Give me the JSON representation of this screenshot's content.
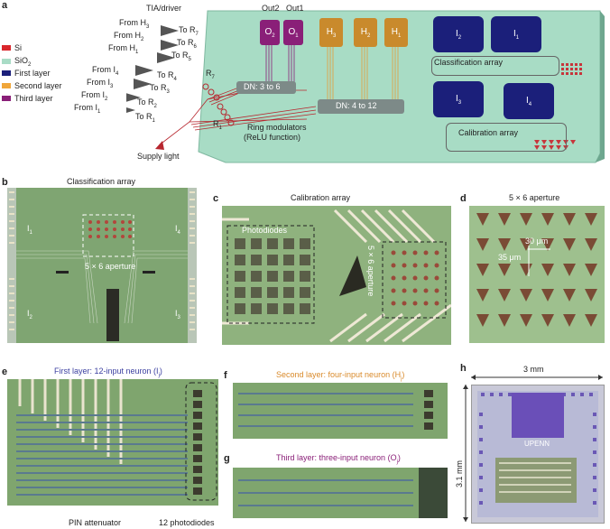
{
  "panels": {
    "a": "a",
    "b": "b",
    "c": "c",
    "d": "d",
    "e": "e",
    "f": "f",
    "g": "g",
    "h": "h"
  },
  "legend": [
    {
      "label": "Si",
      "color": "#d9262c"
    },
    {
      "label": "SiO",
      "sub": "2",
      "color": "#a9dcc6"
    },
    {
      "label": "First layer",
      "color": "#1b1f7a"
    },
    {
      "label": "Second layer",
      "color": "#f0a63a"
    },
    {
      "label": "Third layer",
      "color": "#8a1f78"
    }
  ],
  "schematic": {
    "tia_driver": "TIA/driver",
    "out2": "Out2",
    "out1": "Out1",
    "o2": "O",
    "o2sub": "2",
    "o1": "O",
    "o1sub": "1",
    "h3": "H",
    "h3sub": "3",
    "h2": "H",
    "h2sub": "2",
    "h1": "H",
    "h1sub": "1",
    "i2": "I",
    "i2sub": "2",
    "i1": "I",
    "i1sub": "1",
    "i3": "I",
    "i3sub": "3",
    "i4": "I",
    "i4sub": "4",
    "classification_array": "Classification array",
    "calibration_array": "Calibration array",
    "dn_3_6": "DN: 3 to 6",
    "dn_4_12": "DN: 4 to 12",
    "ring_modulators": "Ring modulators",
    "relu": "(ReLU function)",
    "supply_light": "Supply light",
    "r7": "R",
    "r7sub": "7",
    "r1": "R",
    "r1sub": "1",
    "from_to": [
      {
        "from": "H",
        "fsub": "3",
        "to": "R",
        "tsub": "7"
      },
      {
        "from": "H",
        "fsub": "2",
        "to": "R",
        "tsub": "6"
      },
      {
        "from": "H",
        "fsub": "1",
        "to": "R",
        "tsub": "5"
      },
      {
        "from": "I",
        "fsub": "4",
        "to": "R",
        "tsub": "4"
      },
      {
        "from": "I",
        "fsub": "3",
        "to": "R",
        "tsub": "3"
      },
      {
        "from": "I",
        "fsub": "2",
        "to": "R",
        "tsub": "2"
      },
      {
        "from": "I",
        "fsub": "1",
        "to": "R",
        "tsub": "1"
      }
    ],
    "from_word": "From ",
    "to_word": "To "
  },
  "b": {
    "title": "Classification array",
    "i1": "I",
    "i1sub": "1",
    "i4": "I",
    "i4sub": "4",
    "i2": "I",
    "i2sub": "2",
    "i3": "I",
    "i3sub": "3",
    "aperture": "5 × 6 aperture"
  },
  "c": {
    "title": "Calibration array",
    "photodiodes": "Photodiodes",
    "aperture": "5 × 6 aperture"
  },
  "d": {
    "title": "5 × 6 aperture",
    "dim30": "30 μm",
    "dim35": "35 μm"
  },
  "e": {
    "title_pre": "First layer: 12-input neuron (I",
    "title_sub": "j",
    "title_post": ")",
    "pin": "PIN attenuator",
    "photodiodes": "12 photodiodes"
  },
  "f": {
    "title_pre": "Second layer: four-input neuron (H",
    "title_sub": "j",
    "title_post": ")"
  },
  "g": {
    "title_pre": "Third layer: three-input neuron (O",
    "title_sub": "j",
    "title_post": ")"
  },
  "h": {
    "width": "3 mm",
    "height": "3.1 mm",
    "logo": "UPENN"
  }
}
